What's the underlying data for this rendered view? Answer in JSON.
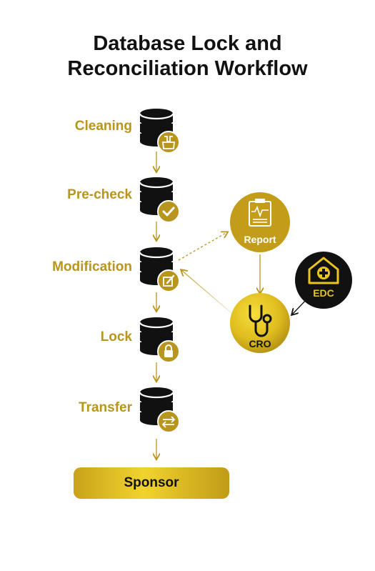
{
  "title_line1": "Database Lock and",
  "title_line2": "Reconciliation Workflow",
  "steps": [
    {
      "label": "Cleaning",
      "icon": "broom-icon"
    },
    {
      "label": "Pre-check",
      "icon": "checkmark-icon"
    },
    {
      "label": "Modification",
      "icon": "edit-icon"
    },
    {
      "label": "Lock",
      "icon": "lock-icon"
    },
    {
      "label": "Transfer",
      "icon": "transfer-arrows-icon"
    }
  ],
  "sponsor_label": "Sponsor",
  "nodes": {
    "report": {
      "label": "Report",
      "icon": "clipboard-heart-icon"
    },
    "cro": {
      "label": "CRO",
      "icon": "stethoscope-icon"
    },
    "edc": {
      "label": "EDC",
      "icon": "hospital-house-icon"
    }
  },
  "colors": {
    "gold": "#b8951e",
    "gold_light": "#f1d32e",
    "black": "#111111"
  }
}
